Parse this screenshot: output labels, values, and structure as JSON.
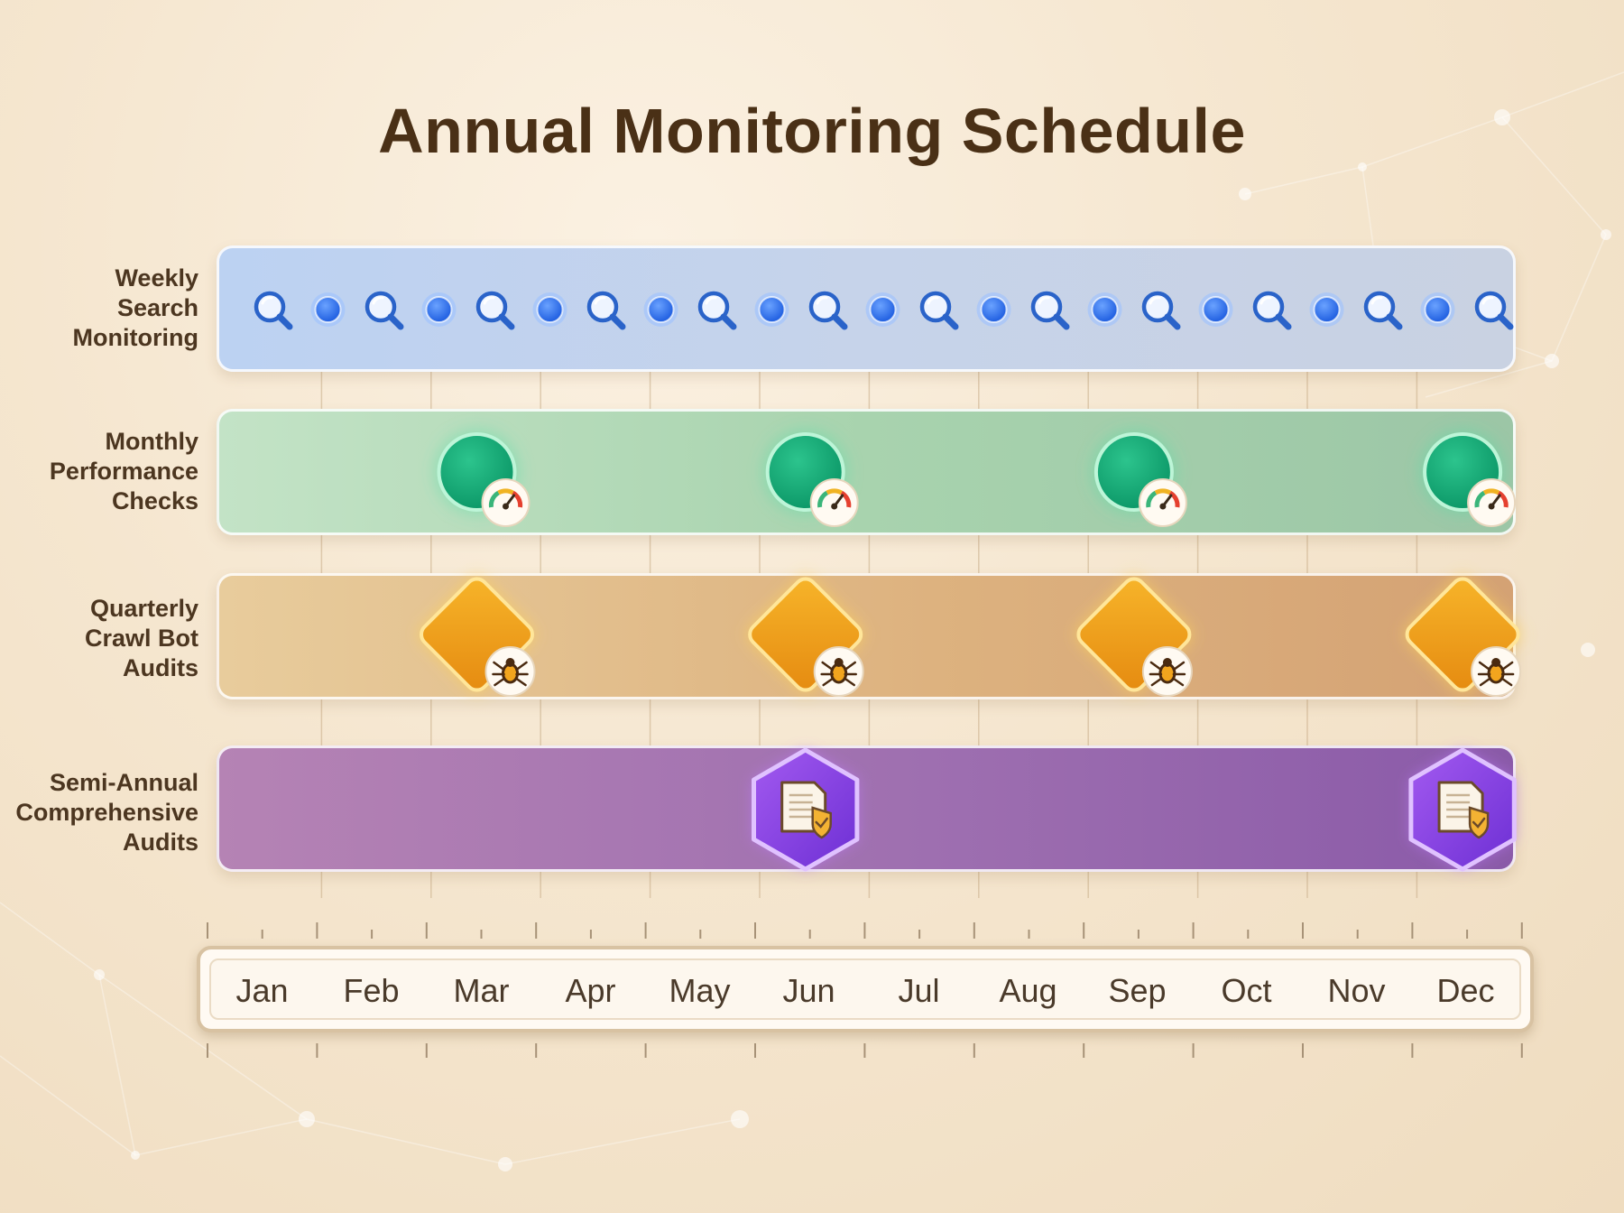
{
  "title": "Annual Monitoring Schedule",
  "rows": [
    {
      "id": "weekly",
      "label_lines": [
        "Weekly",
        "Search",
        "Monitoring"
      ],
      "color": "#2f6fe8"
    },
    {
      "id": "monthly",
      "label_lines": [
        "Monthly",
        "Performance",
        "Checks"
      ],
      "color": "#12a872"
    },
    {
      "id": "quarterly",
      "label_lines": [
        "Quarterly",
        "Crawl Bot",
        "Audits"
      ],
      "color": "#f0a21c"
    },
    {
      "id": "semi",
      "label_lines": [
        "Semi-Annual",
        "Comprehensive",
        "Audits"
      ],
      "color": "#8c3fe0"
    }
  ],
  "months": [
    "Jan",
    "Feb",
    "Mar",
    "Apr",
    "May",
    "Jun",
    "Jul",
    "Aug",
    "Sep",
    "Oct",
    "Nov",
    "Dec"
  ],
  "events": {
    "weekly": {
      "magnifier_count": 12,
      "dot_count": 11,
      "icon": "search-icon"
    },
    "monthly": {
      "months": [
        "Mar",
        "Jun",
        "Sep",
        "Dec"
      ],
      "icon": "speedometer-icon"
    },
    "quarterly": {
      "months": [
        "Mar",
        "Jun",
        "Sep",
        "Dec"
      ],
      "icon": "bug-icon"
    },
    "semi": {
      "months": [
        "Jun",
        "Dec"
      ],
      "icon": "document-shield-icon"
    }
  }
}
